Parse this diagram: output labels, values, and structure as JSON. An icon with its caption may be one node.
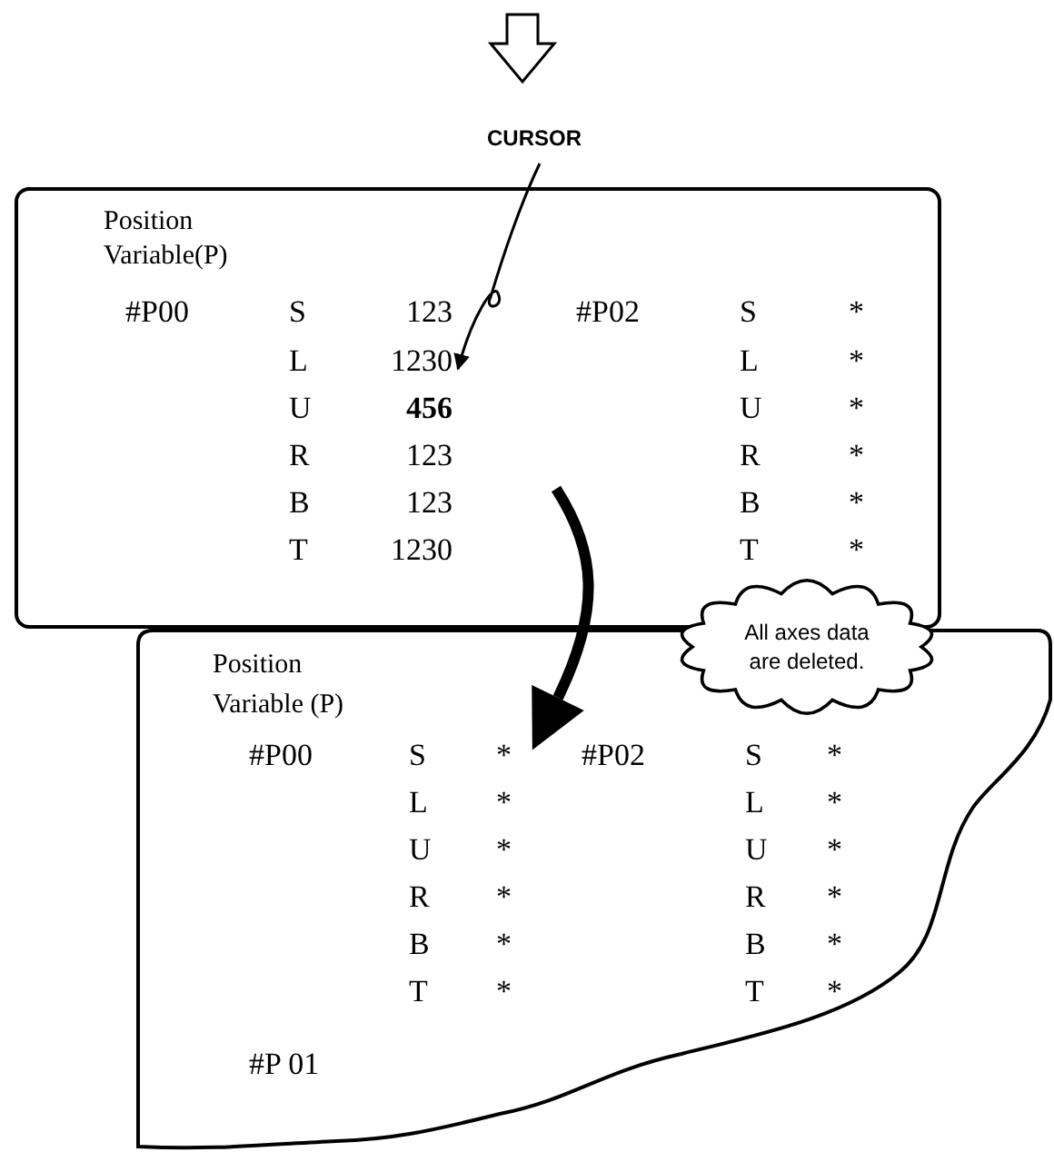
{
  "diagram": {
    "nodes": [
      {
        "text": [
          "Position Variable(P)"
        ]
      },
      {
        "text": [
          "Position Variable (P)"
        ]
      },
      {
        "text": [
          "All axes data are deleted."
        ]
      },
      {
        "text": [
          "CURSOR"
        ]
      }
    ],
    "edges": [
      {
        "from": 0,
        "to": 1,
        "arrow": "to",
        "style": "thick"
      },
      {
        "from": 3,
        "to": 0,
        "arrow": "to"
      }
    ],
    "labels": [
      "#P00",
      "S",
      "123",
      "#P02",
      "S",
      "*",
      "L",
      "1230",
      "L",
      "*",
      "U",
      "456",
      "U",
      "*",
      "R",
      "123",
      "R",
      "*",
      "B",
      "123",
      "B",
      "*",
      "T",
      "1230",
      "T",
      "*",
      "#P00",
      "S",
      "*",
      "#P02",
      "S",
      "*",
      "L",
      "*",
      "L",
      "*",
      "U",
      "*",
      "U",
      "*",
      "R",
      "*",
      "R",
      "*",
      "B",
      "*",
      "B",
      "*",
      "T",
      "*",
      "T",
      "*",
      "#P 01"
    ]
  }
}
